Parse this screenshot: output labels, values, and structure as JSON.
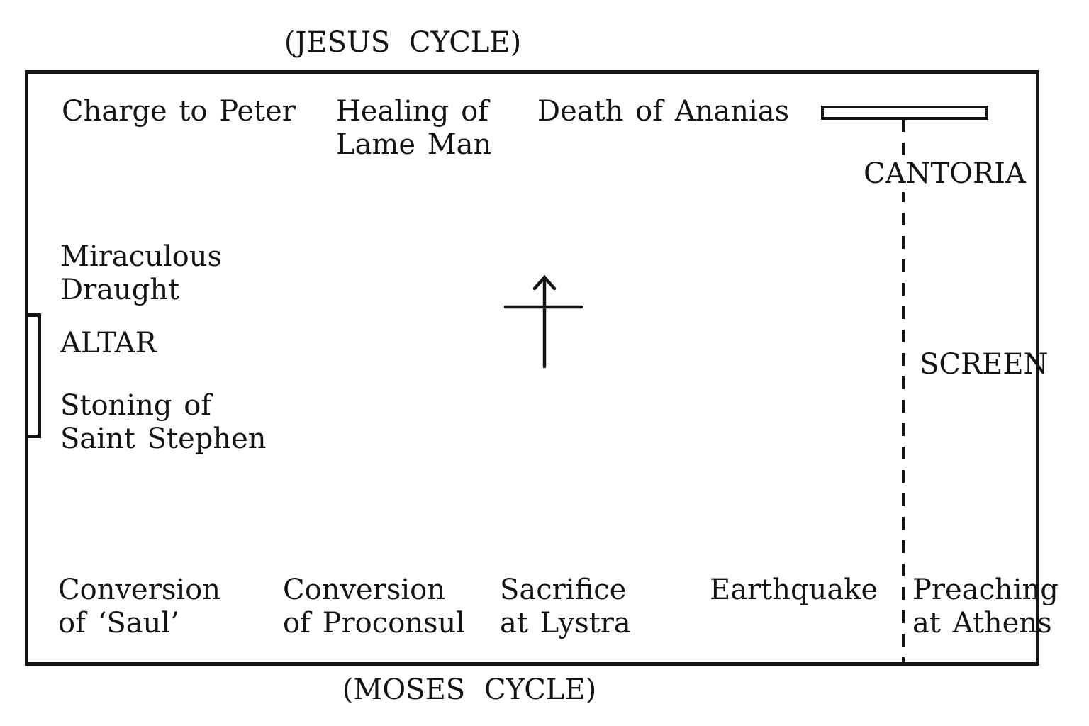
{
  "titles": {
    "jesus_cycle": "(JESUS CYCLE)",
    "moses_cycle": "(MOSES CYCLE)"
  },
  "panels": {
    "charge_to_peter": "Charge to Peter",
    "healing_of_lame_man": "Healing of\nLame Man",
    "death_of_ananias": "Death of Ananias",
    "miraculous_draught": "Miraculous\nDraught",
    "stoning_of_saint_stephen": "Stoning of\nSaint Stephen",
    "conversion_of_saul": "Conversion\nof ‘Saul’",
    "conversion_of_proconsul": "Conversion\nof Proconsul",
    "sacrifice_at_lystra": "Sacrifice\nat Lystra",
    "earthquake": "Earthquake",
    "preaching_at_athens": "Preaching\nat Athens"
  },
  "features": {
    "altar": "ALTAR",
    "cantoria": "CANTORIA",
    "screen": "SCREEN"
  },
  "icons": {
    "cross_arrow": "cross-arrow-icon"
  },
  "colors": {
    "ink": "#141414",
    "paper": "#ffffff"
  }
}
